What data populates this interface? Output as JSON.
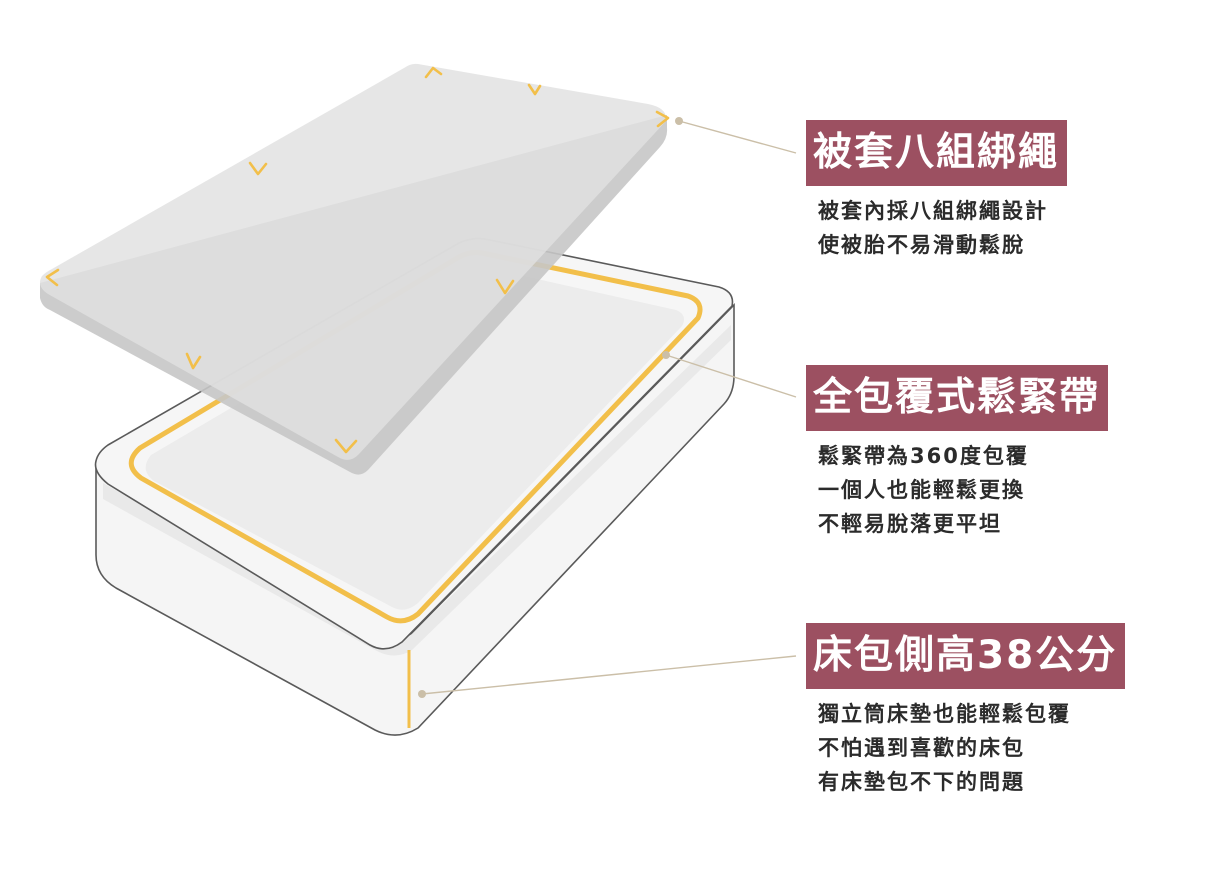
{
  "colors": {
    "accent": "#9c5061",
    "elastic_band": "#f2bf4a",
    "leader_line": "#cbbfa8",
    "text": "#2b2b2b",
    "cover": "#e0e0e0",
    "mattress_outline": "#5a5a5a"
  },
  "features": [
    {
      "title": "被套八組綁繩",
      "lines": [
        "被套內採八組綁繩設計",
        "使被胎不易滑動鬆脫"
      ]
    },
    {
      "title": "全包覆式鬆緊帶",
      "lines": [
        "鬆緊帶為360度包覆",
        "一個人也能輕鬆更換",
        "不輕易脫落更平坦"
      ]
    },
    {
      "title": "床包側高38公分",
      "lines": [
        "獨立筒床墊也能輕鬆包覆",
        "不怕遇到喜歡的床包",
        "有床墊包不下的問題"
      ]
    }
  ]
}
